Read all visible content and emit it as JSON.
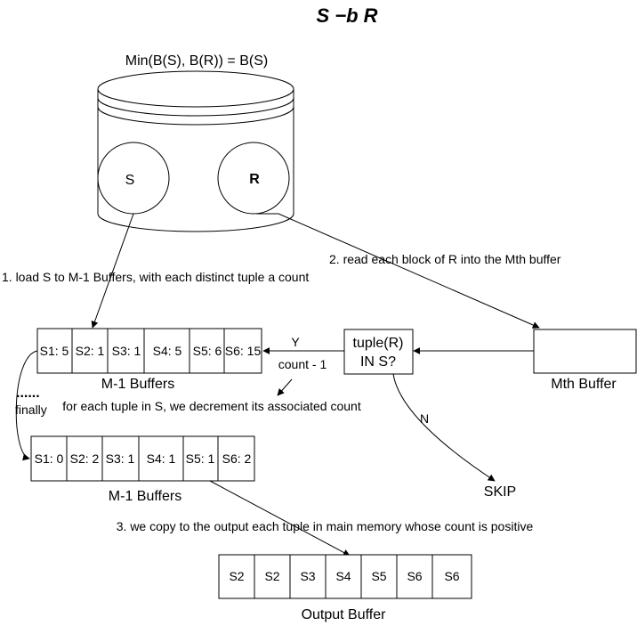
{
  "title": "S −b R",
  "condition": "Min(B(S), B(R)) = B(S)",
  "disk": {
    "left_label": "S",
    "right_label": "R"
  },
  "steps": {
    "step1": "1. load S to M-1 Buffers, with each distinct tuple a count",
    "step2": "2. read each block of R into the Mth buffer",
    "step3": "3. we copy to the output each tuple in main memory whose count is positive"
  },
  "buffers_initial": {
    "label": "M-1 Buffers",
    "cells": [
      "S1: 5",
      "S2: 1",
      "S3: 1",
      "S4: 5",
      "S5: 6",
      "S6: 15"
    ]
  },
  "buffers_final": {
    "label": "M-1 Buffers",
    "cells": [
      "S1: 0",
      "S2: 2",
      "S3: 1",
      "S4: 1",
      "S5: 1",
      "S6: 2"
    ]
  },
  "output_buffer": {
    "label": "Output Buffer",
    "cells": [
      "S2",
      "S2",
      "S3",
      "S4",
      "S5",
      "S6",
      "S6"
    ]
  },
  "mth_buffer": {
    "label": "Mth Buffer"
  },
  "decision": {
    "line1": "tuple(R)",
    "line2": "IN S?"
  },
  "labels": {
    "yes": "Y",
    "count_minus": "count - 1",
    "decrement_note": "for each tuple in S, we decrement its associated count",
    "dots": "......",
    "finally": "finally",
    "no": "N",
    "skip": "SKIP"
  }
}
